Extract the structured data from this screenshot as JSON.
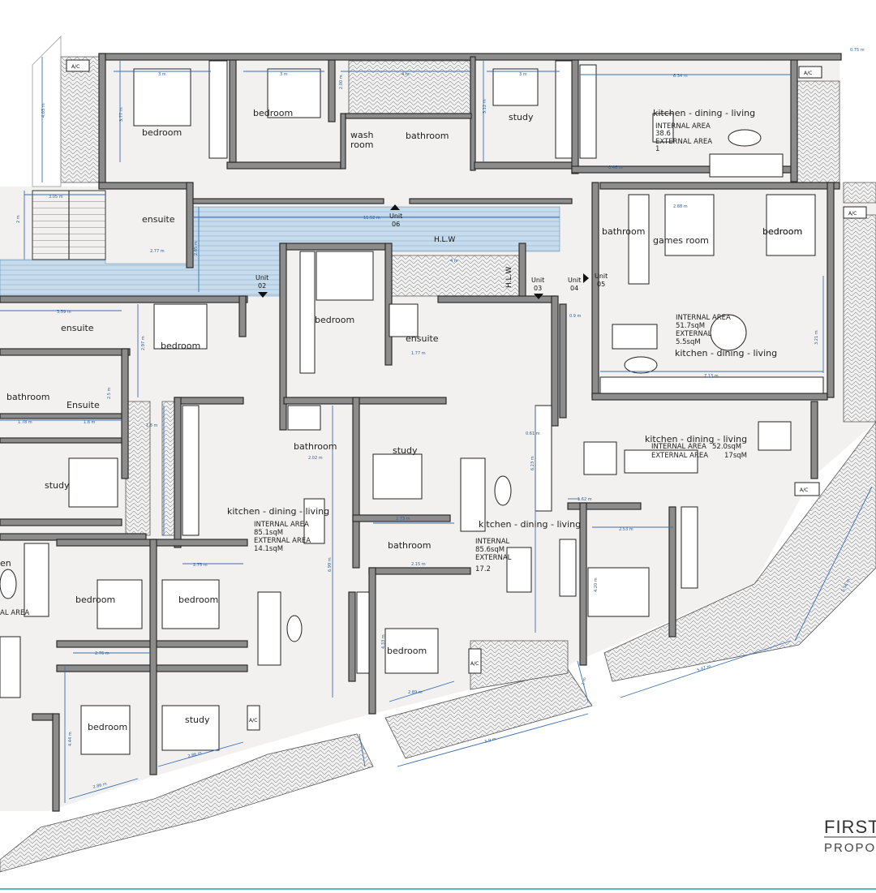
{
  "sheet": {
    "title": "FIRST",
    "subtitle": "PROPO"
  },
  "colors": {
    "wall": "#8c8c8c",
    "floor": "#f3f1ef",
    "corridor": "#bcd3e6",
    "dimension": "#3b6fb0",
    "frame": "#5bb7cf"
  },
  "corridor_label": "H.L.W",
  "corridor_label_vertical": "H.L.W",
  "units": [
    {
      "label": "Unit",
      "num": "02"
    },
    {
      "label": "Unit",
      "num": "03"
    },
    {
      "label": "Unit",
      "num": "04"
    },
    {
      "label": "Unit",
      "num": "05"
    },
    {
      "label": "Unit",
      "num": "06"
    }
  ],
  "rooms": [
    "bedroom",
    "bedroom",
    "wash",
    "room",
    "bathroom",
    "study",
    "kitchen - dining - living",
    "ensuite",
    "games room",
    "bedroom",
    "bathroom",
    "bedroom",
    "ensuite",
    "bedroom",
    "ensuite",
    "bathroom",
    "Ensuite",
    "study",
    "bathroom",
    "study",
    "kitchen - dining - living",
    "kitchen - dining - living",
    "kitchen - dining - living",
    "bathroom",
    "bedroom",
    "bedroom",
    "bedroom",
    "bedroom",
    "study",
    "bedroom",
    "en",
    "kitchen - dining - living"
  ],
  "areas": {
    "unit06": [
      "INTERNAL AREA",
      "38.6",
      "EXTERNAL AREA",
      "1"
    ],
    "unit05": [
      "INTERNAL AREA",
      "51.7sqM",
      "EXTERNAL",
      "5.5sqM"
    ],
    "unit04": [
      "INTERNAL  AREA",
      "52.0sqM",
      "EXTERNAL  AREA",
      "17sqM"
    ],
    "unit02": [
      "INTERNAL AREA",
      "85.1sqM",
      "EXTERNAL AREA",
      "14.1sqM"
    ],
    "unit03": [
      "INTERNAL",
      "85.6sqM",
      "EXTERNAL",
      "17.2"
    ],
    "unit01": [
      "AL AREA"
    ]
  },
  "dimensions": [
    "3 m",
    "3 m",
    "2.00 m",
    "4 m",
    "3 m",
    "6.34 m",
    "0.75 m",
    "4.03 m",
    "3.77 m",
    "3.12 m",
    "0.46 m",
    "3.05 m",
    "2 m",
    "11.52 m",
    "2.88 m",
    "2.85 m",
    "2.77 m",
    "4 m",
    "3.59 m",
    "2.97 m",
    "1.77 m",
    "0.9 m",
    "3.21 m",
    "7.13 m",
    "1.78 m",
    "1.8 m",
    "2.5 m",
    "1.8 m",
    "6.23 m",
    "1.62 m",
    "2.73 m",
    "2.75 m",
    "6.99 m",
    "2.15 m",
    "2.02 m",
    "4.33 m",
    "2.89 m",
    "5.47 m",
    "5.9 m",
    "2.86 m",
    "2.86 m",
    "4.44 m",
    "5.16 m",
    "1 m",
    "0.61 m",
    "2.76 m",
    "2.53 m",
    "4.20 m"
  ],
  "ac_units": [
    "A/C",
    "A/C",
    "A/C",
    "A/C",
    "A/C",
    "A/C"
  ]
}
